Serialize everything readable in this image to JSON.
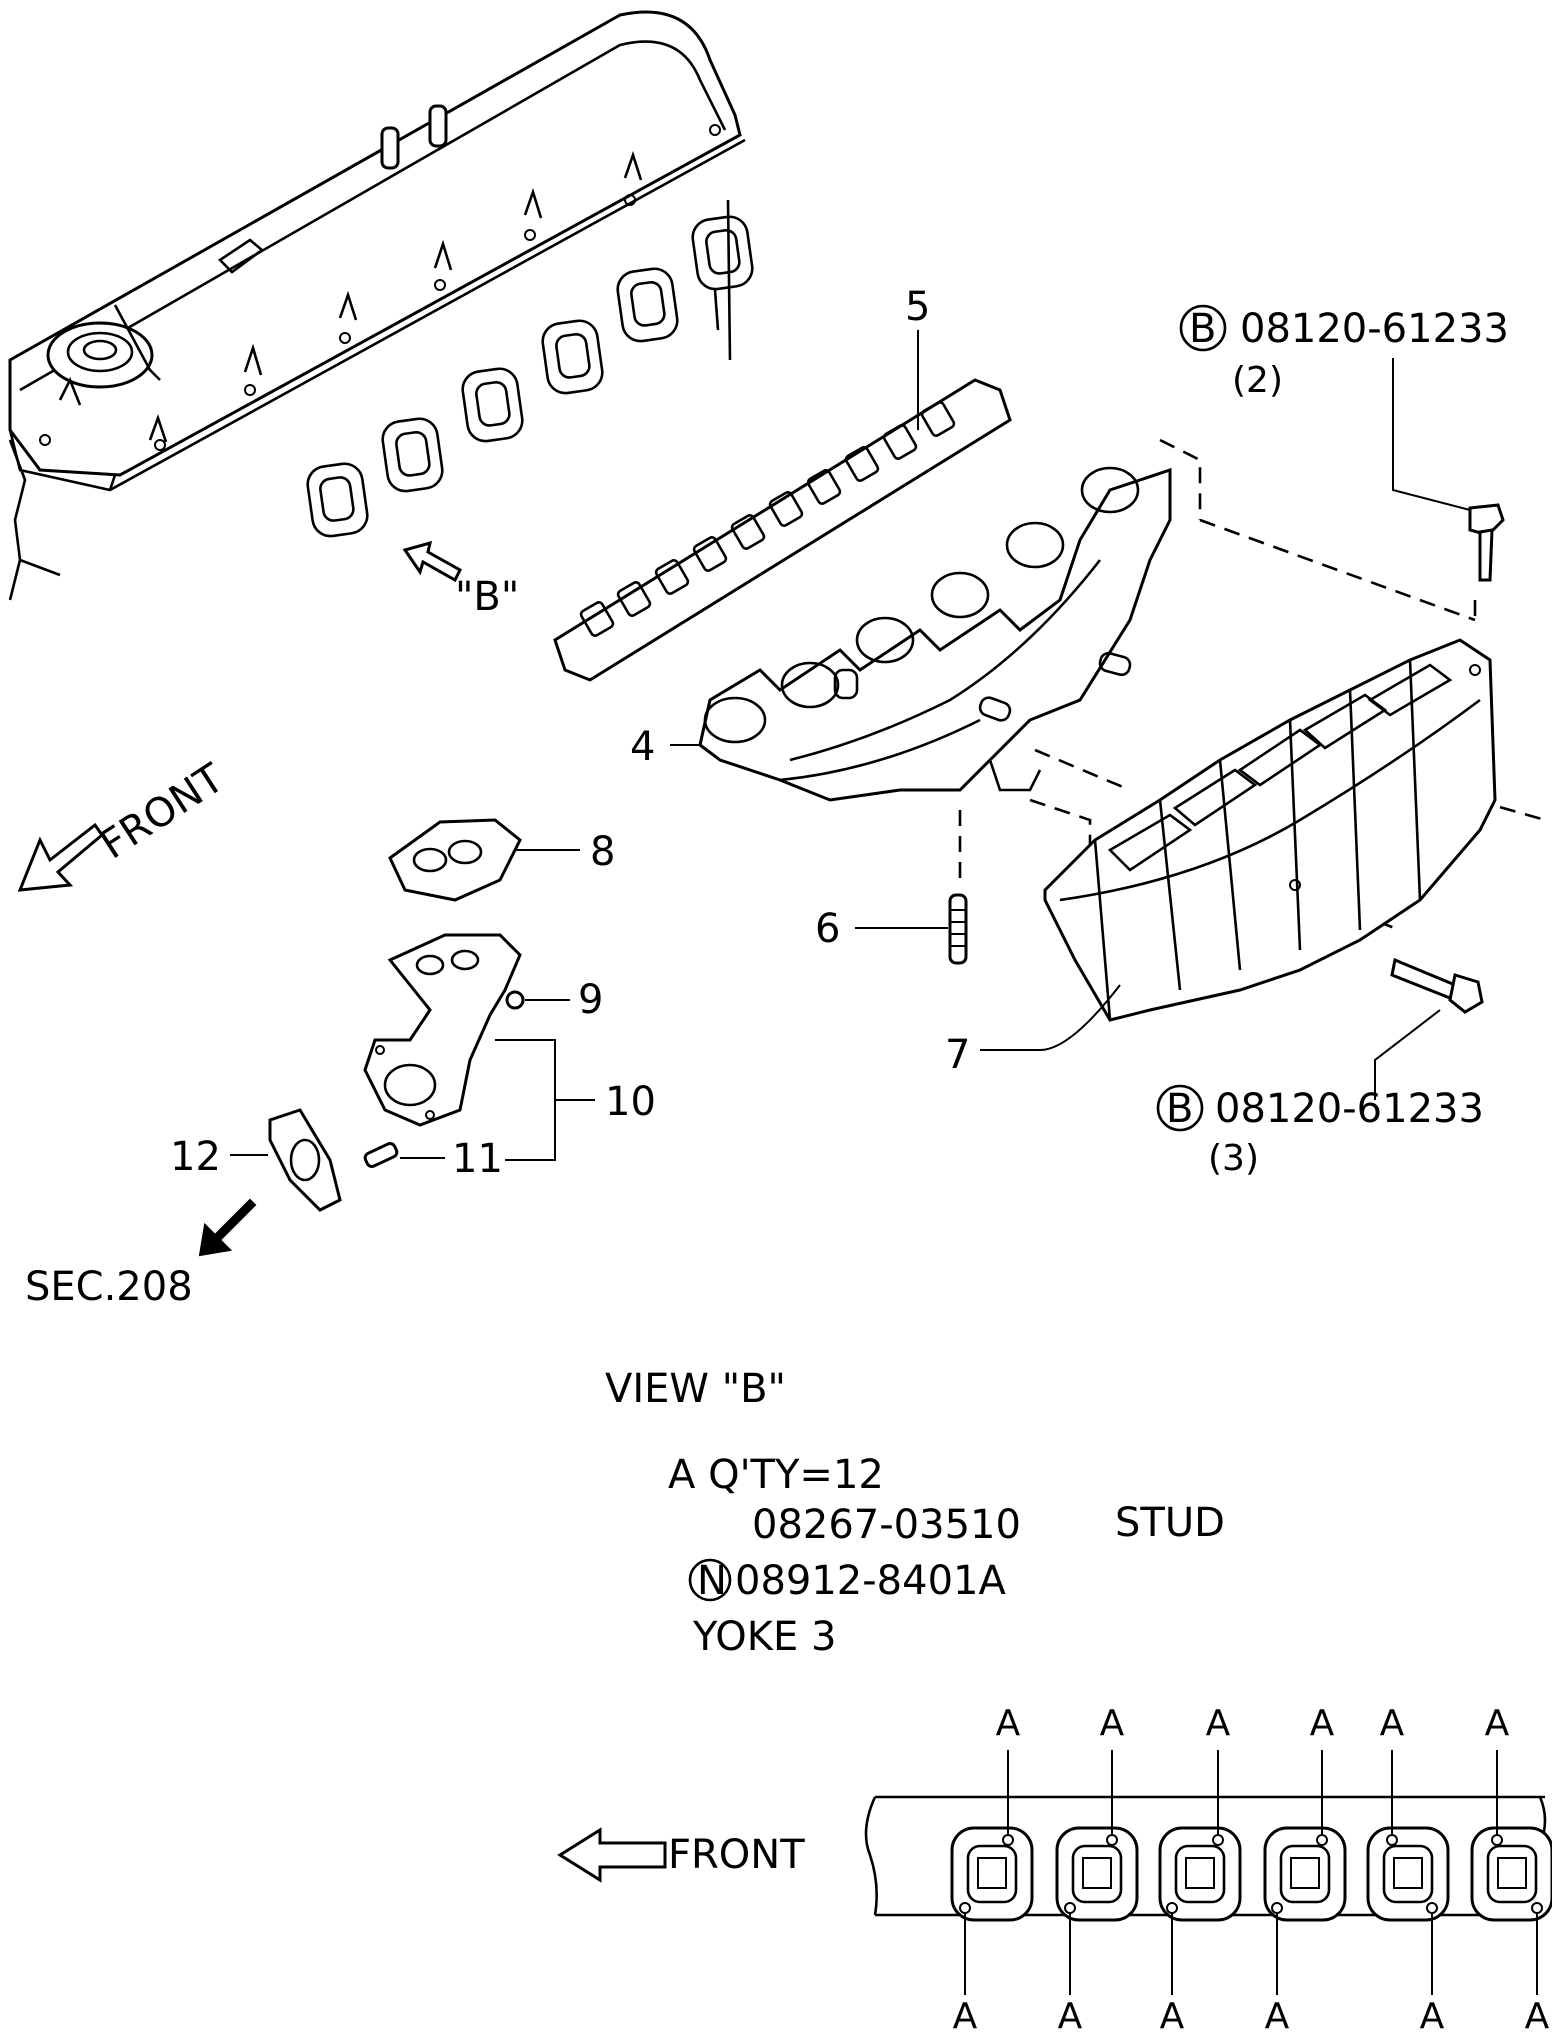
{
  "callouts": {
    "p4": "4",
    "p5": "5",
    "p6": "6",
    "p7": "7",
    "p8": "8",
    "p9": "9",
    "p10": "10",
    "p11": "11",
    "p12": "12"
  },
  "bolts": {
    "b1_symbol": "B",
    "b1_part": "08120-61233",
    "b1_qty": "(2)",
    "b2_symbol": "B",
    "b2_part": "08120-61233",
    "b2_qty": "(3)"
  },
  "view_marker": "\"B\"",
  "front_label": "FRONT",
  "section_ref": "SEC.208",
  "view_title": "VIEW \"B\"",
  "notes": {
    "qty_line": "A   Q'TY=12",
    "stud_part": "08267-03510",
    "stud_name": "STUD",
    "nut_symbol": "N",
    "nut_part": "08912-8401A",
    "yoke": "YOKE 3"
  },
  "view_b": {
    "front_label": "FRONT",
    "stud_letter": "A"
  }
}
